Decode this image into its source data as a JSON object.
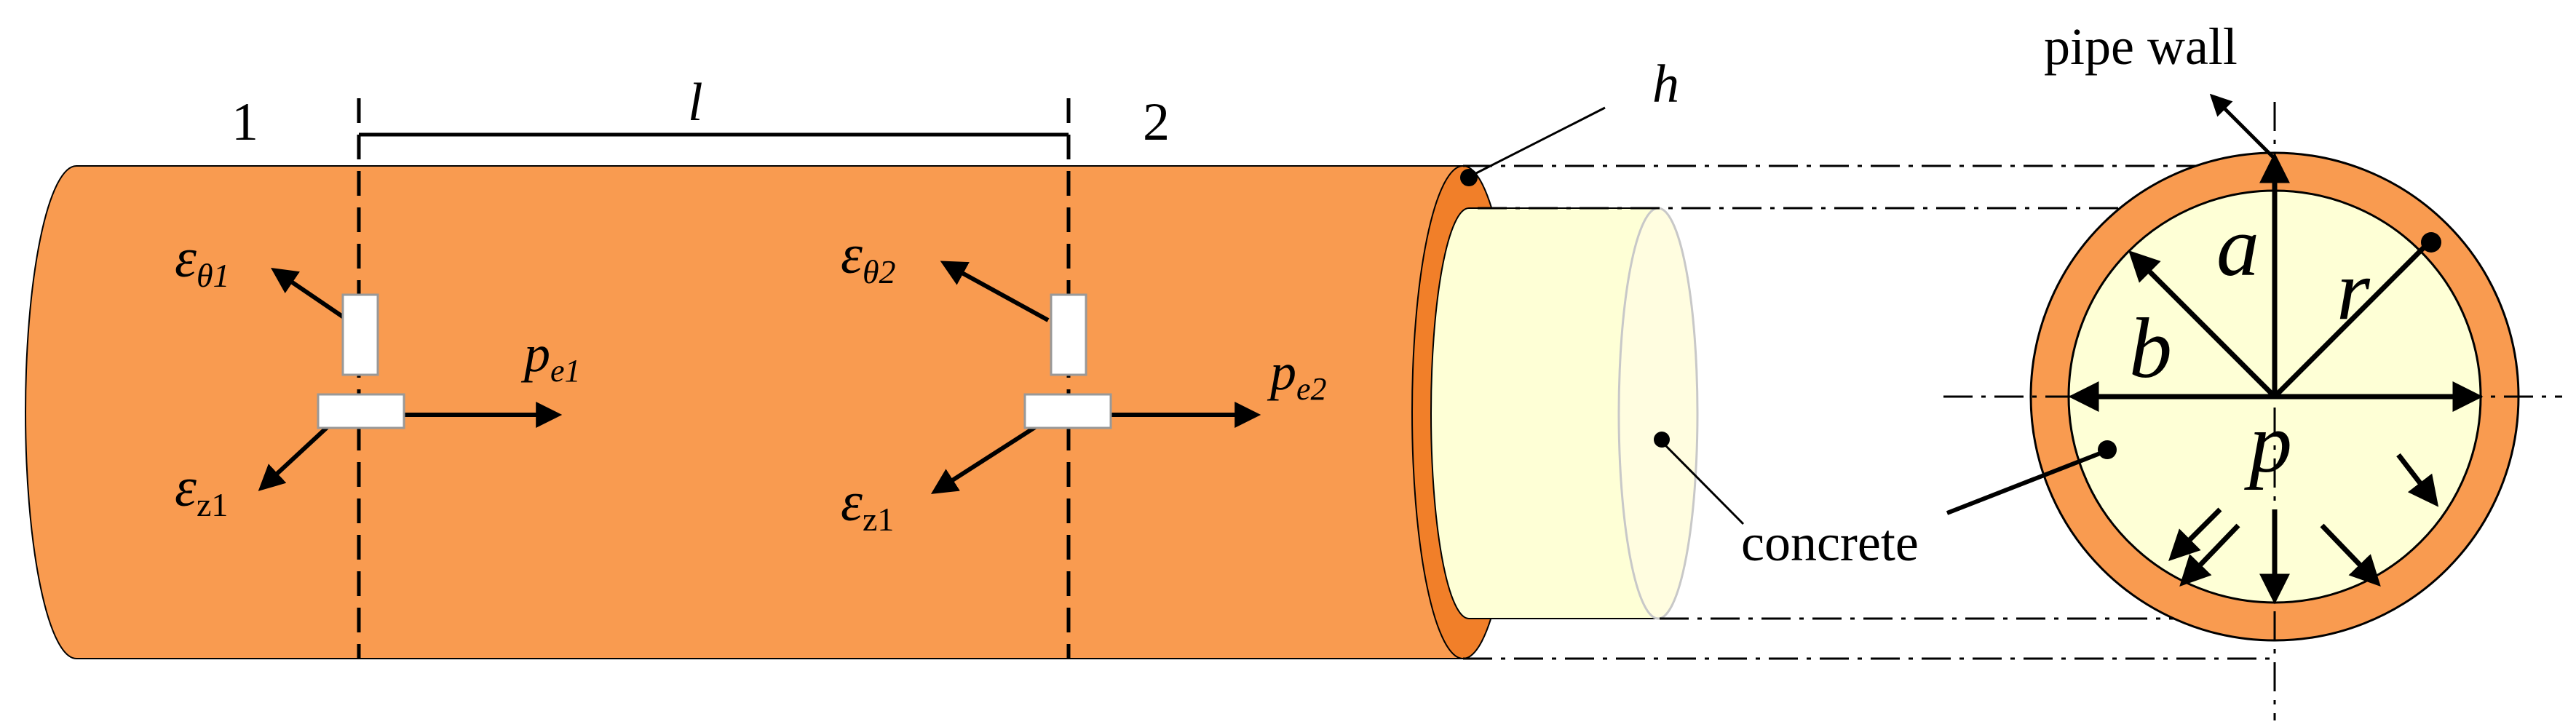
{
  "colors": {
    "pipe_fill": "#F99B50",
    "pipe_end": "#F17F29",
    "concrete_fill": "#FEFFD6",
    "concrete_face": "#FFFDE0",
    "line": "#000000"
  },
  "labels": {
    "section_1": "1",
    "section_2": "2",
    "spacing": "l",
    "thickness": "h",
    "pipe_wall": "pipe wall",
    "concrete": "concrete",
    "radius_a": "a",
    "radius_b": "b",
    "radius_r": "r",
    "pressure": "p"
  },
  "gauge_1": {
    "hoop_symbol": "ε",
    "hoop_sub": "θ1",
    "axial_symbol": "ε",
    "axial_sub": "z1",
    "pressure_symbol": "p",
    "pressure_sub": "e1"
  },
  "gauge_2": {
    "hoop_symbol": "ε",
    "hoop_sub": "θ2",
    "axial_symbol": "ε",
    "axial_sub": "z1",
    "pressure_symbol": "p",
    "pressure_sub": "e2"
  },
  "icons": {
    "arrowhead": "arrowhead-icon",
    "dot": "point-marker-icon"
  }
}
